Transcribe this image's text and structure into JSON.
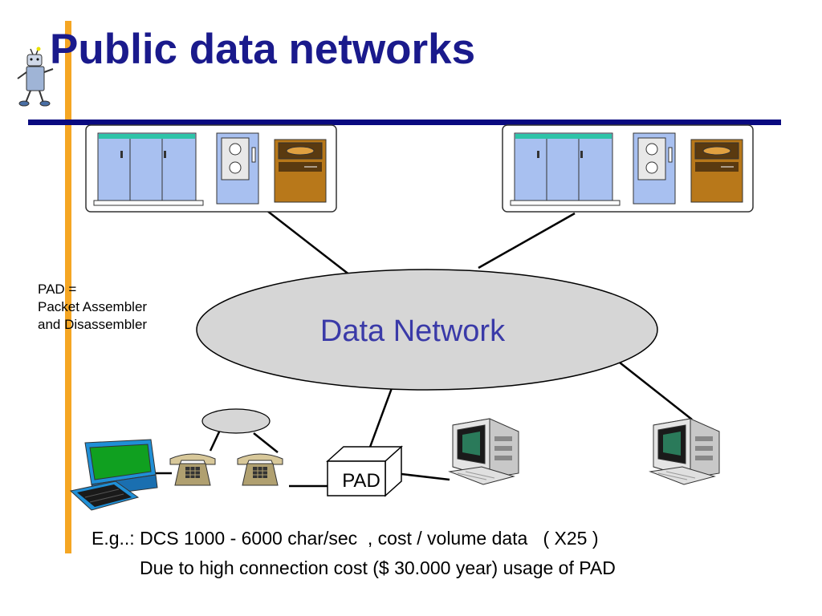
{
  "slide": {
    "title": "Public data networks"
  },
  "note": {
    "line1": "PAD =",
    "line2": "Packet Assembler",
    "line3": "and Disassembler"
  },
  "diagram": {
    "cloud_label": "Data Network",
    "pad_label": "PAD"
  },
  "caption": {
    "line1": "E.g..: DCS 1000 - 6000 char/sec  , cost / volume data   ( X25 )",
    "line2": "Due to high connection cost ($ 30.000 year) usage of PAD"
  },
  "colors": {
    "title": "#1a1a8c",
    "cloud_label": "#3a3aa8",
    "accent_bar": "#f5a623",
    "rule": "#0a0a80"
  },
  "icons": [
    "mascot-icon",
    "mainframe-icon",
    "telephone-icon",
    "terminal-icon",
    "pc-icon"
  ]
}
